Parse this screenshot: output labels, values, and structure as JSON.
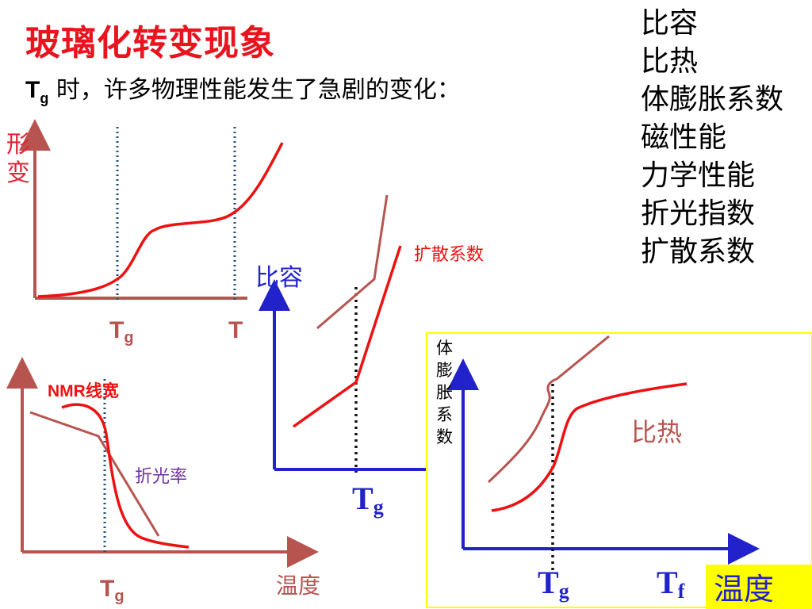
{
  "title": "玻璃化转变现象",
  "subtitle": {
    "symbol": "T",
    "sub": "g",
    "text": " 时，许多物理性能发生了急剧的变化："
  },
  "properties": [
    "比容",
    "比热",
    "体膨胀系数",
    "磁性能",
    "力学性能",
    "折光指数",
    "扩散系数"
  ],
  "panel_deformation": {
    "ylabel": "形变",
    "tg_label": "T",
    "tg_sub": "g",
    "t_label": "T"
  },
  "panel_nmr": {
    "series1": "NMR线宽",
    "series2": "折光率",
    "tg_label": "T",
    "tg_sub": "g",
    "xlabel": "温度"
  },
  "panel_volume": {
    "ylabel": "比容",
    "series": "扩散系数",
    "tg_label": "T",
    "tg_sub": "g"
  },
  "panel_expansion": {
    "ylabel": "体膨胀系数",
    "series": "比热",
    "tg_label": "T",
    "tg_sub": "g",
    "tf_label": "T",
    "tf_sub": "f",
    "xlabel": "温度"
  },
  "colors": {
    "title": "#e8141e",
    "curve_red": "#ee1111",
    "curve_brown": "#b85450",
    "axis_blue": "#2222cc",
    "axis_brown": "#b85450",
    "dotted": "#1f4e79",
    "highlight": "#ffff00"
  }
}
